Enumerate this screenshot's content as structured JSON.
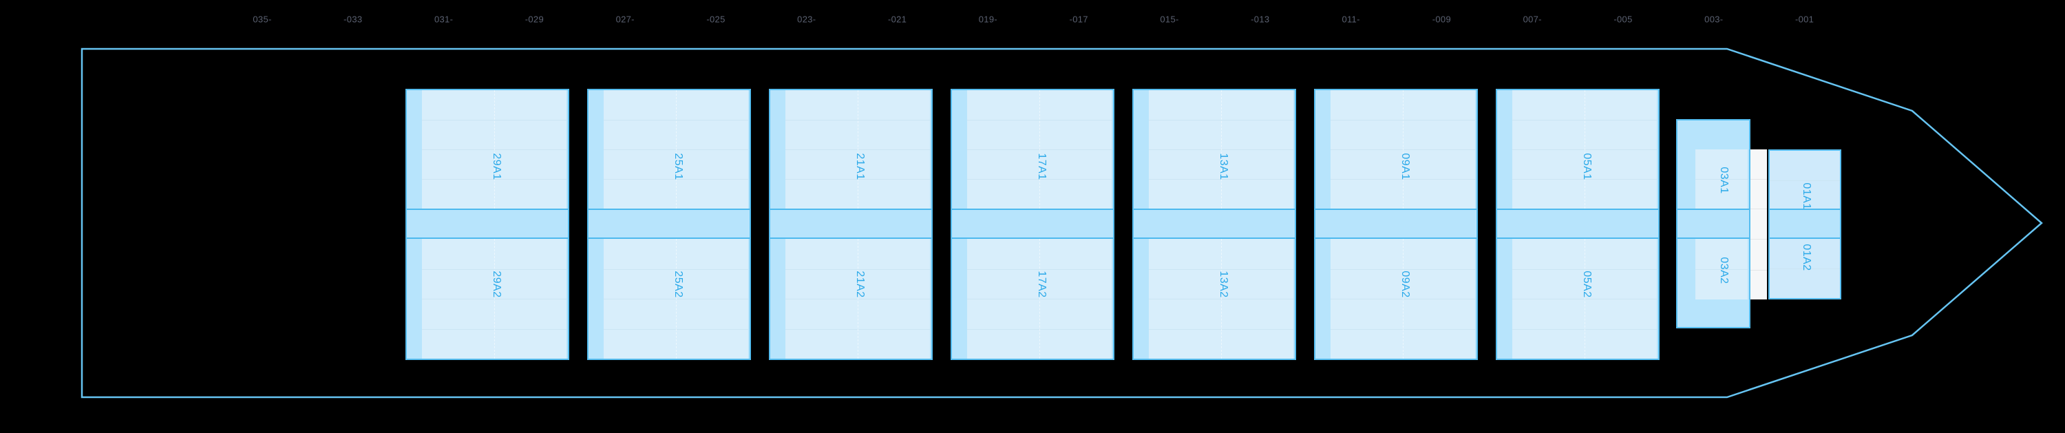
{
  "ruler": {
    "labels": [
      "035-",
      "-033",
      "031-",
      "-029",
      "027-",
      "-025",
      "023-",
      "-021",
      "019-",
      "-017",
      "015-",
      "-013",
      "011-",
      "-009",
      "007-",
      "-005",
      "003-",
      "-001"
    ]
  },
  "bays": {
    "large": [
      {
        "code": "29",
        "section1": "29A1",
        "section2": "29A2"
      },
      {
        "code": "25",
        "section1": "25A1",
        "section2": "25A2"
      },
      {
        "code": "21",
        "section1": "21A1",
        "section2": "21A2"
      },
      {
        "code": "17",
        "section1": "17A1",
        "section2": "17A2"
      },
      {
        "code": "13",
        "section1": "13A1",
        "section2": "13A2"
      },
      {
        "code": "09",
        "section1": "09A1",
        "section2": "09A2"
      },
      {
        "code": "05",
        "section1": "05A1",
        "section2": "05A2"
      }
    ],
    "bay03": {
      "code": "03",
      "section1": "03A1",
      "section2": "03A2"
    },
    "bay01": {
      "code": "01",
      "section1": "01A1",
      "section2": "01A2"
    }
  },
  "colors": {
    "background": "#000000",
    "hull_outline": "#66c4f2",
    "bay_border": "#55bdf0",
    "bay_fill_outer": "#b7e4fc",
    "bay_fill_inner": "#d8eefb",
    "bay_fill_small": "#cfeafb",
    "row_divider": "#cbe5f3",
    "band_line": "#4db9ee",
    "label_text": "#2aa9e9",
    "ruler_text": "#5a6070",
    "empty_strip_fill": "#f6f7f8",
    "empty_strip_line": "#e3e5e7"
  }
}
